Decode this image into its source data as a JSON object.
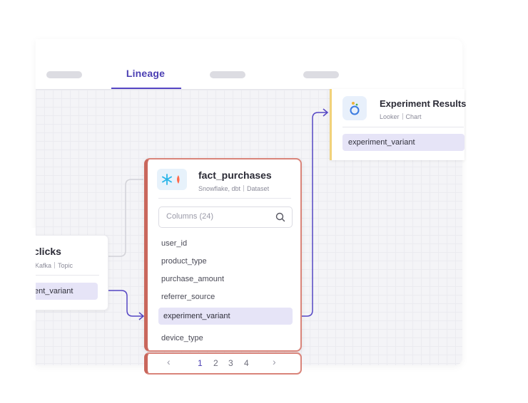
{
  "tabs": {
    "active_label": "Lineage"
  },
  "left_node": {
    "title": "clicks",
    "subtitle_parts": [
      "Kafka",
      "Topic"
    ],
    "highlighted_column": "ent_variant"
  },
  "main_node": {
    "title": "fact_purchases",
    "subtitle_parts": [
      "Snowflake, dbt",
      "Dataset"
    ],
    "search_placeholder": "Columns (24)",
    "columns": [
      "user_id",
      "product_type",
      "purchase_amount",
      "referrer_source",
      "experiment_variant",
      "device_type"
    ],
    "highlighted_index": 4,
    "pagination": {
      "prev": "‹",
      "pages": [
        "1",
        "2",
        "3",
        "4"
      ],
      "current": "1",
      "next": "›"
    }
  },
  "right_node": {
    "title": "Experiment Results",
    "subtitle_parts": [
      "Looker",
      "Chart"
    ],
    "highlighted_column": "experiment_variant"
  },
  "colors": {
    "accent": "#5546c4",
    "edge_active": "#5546c4",
    "edge_inactive": "#d2d2d8",
    "main_border": "#d9847a",
    "right_border": "#f1d27a",
    "highlight_bg": "#e6e4f7"
  }
}
